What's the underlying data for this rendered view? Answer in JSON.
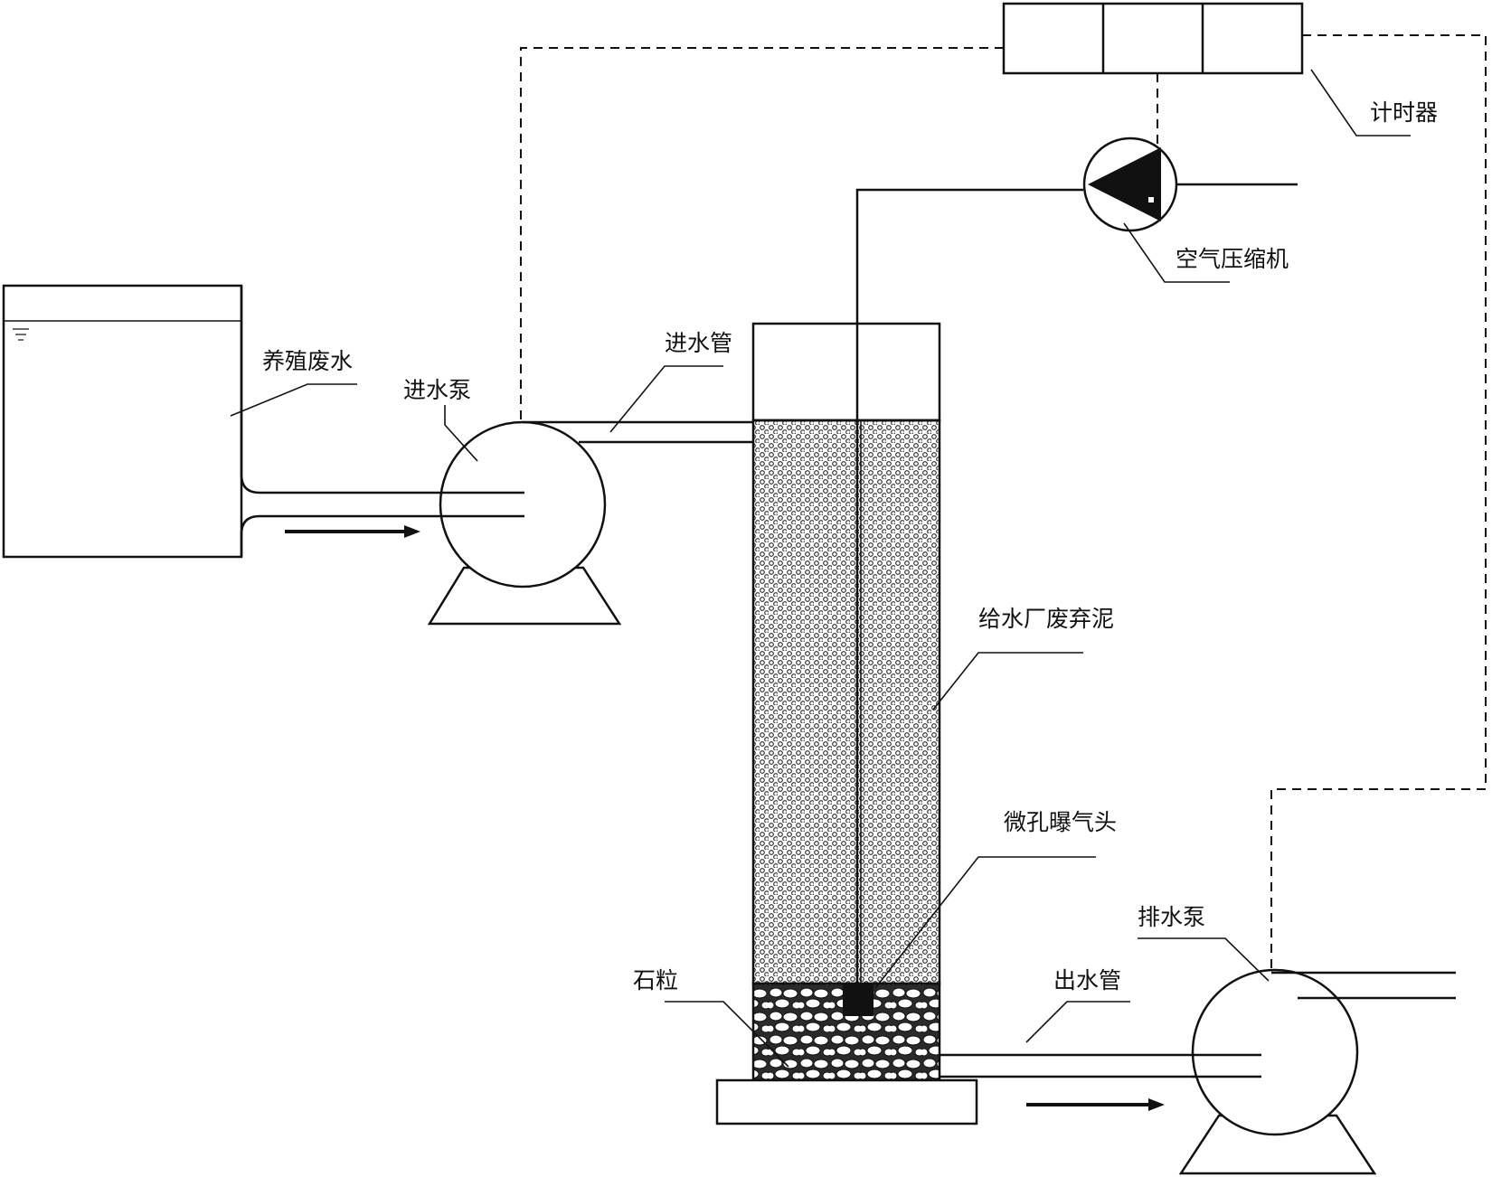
{
  "labels": {
    "wastewater": "养殖废水",
    "inlet_pump": "进水泵",
    "inlet_pipe": "进水管",
    "timer": "计时器",
    "air_compressor": "空气压缩机",
    "sludge": "给水厂废弃泥",
    "aerator": "微孔曝气头",
    "drain_pump": "排水泵",
    "outlet_pipe": "出水管",
    "gravel": "石粒"
  },
  "colors": {
    "line": "#111111",
    "background": "#ffffff"
  }
}
